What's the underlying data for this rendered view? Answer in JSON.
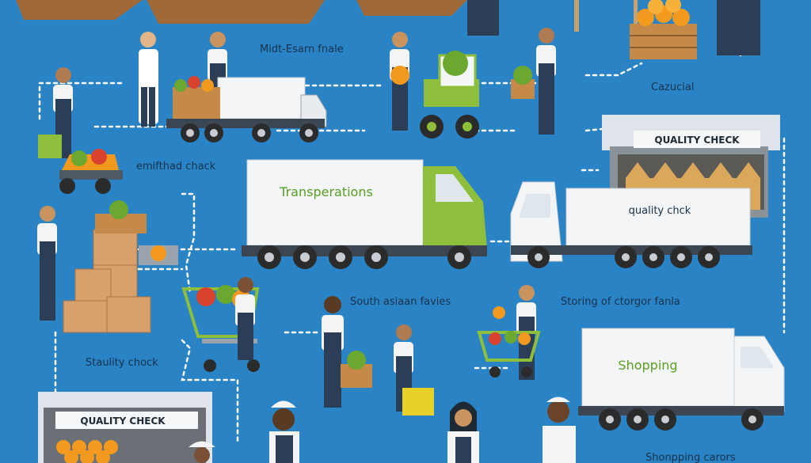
{
  "labels": {
    "top_center": "Midt-Esarn fnale",
    "right_top": "Cazucial",
    "left_mid": "emifthad chack",
    "center_mid": "South asiaan favies",
    "right_mid": "Storing of ctorgor fanla",
    "left_low": "Staulity chock",
    "bottom_right": "Shonpping carors"
  },
  "signs": {
    "warehouse_top": "QUALITY CHECK",
    "warehouse_bottom": "QUALITY CHECK"
  },
  "trucks": {
    "center": "Transperations",
    "right_mid": "quality chck",
    "bottom_right": "Shopping"
  },
  "colors": {
    "background": "#2a83c4",
    "truck_body": "#f3f5f7",
    "truck_cab_green": "#8dbf3c",
    "worker_apron": "#2c3e55",
    "produce_orange": "#f39a1e",
    "path_dashes": "#ffffff"
  }
}
